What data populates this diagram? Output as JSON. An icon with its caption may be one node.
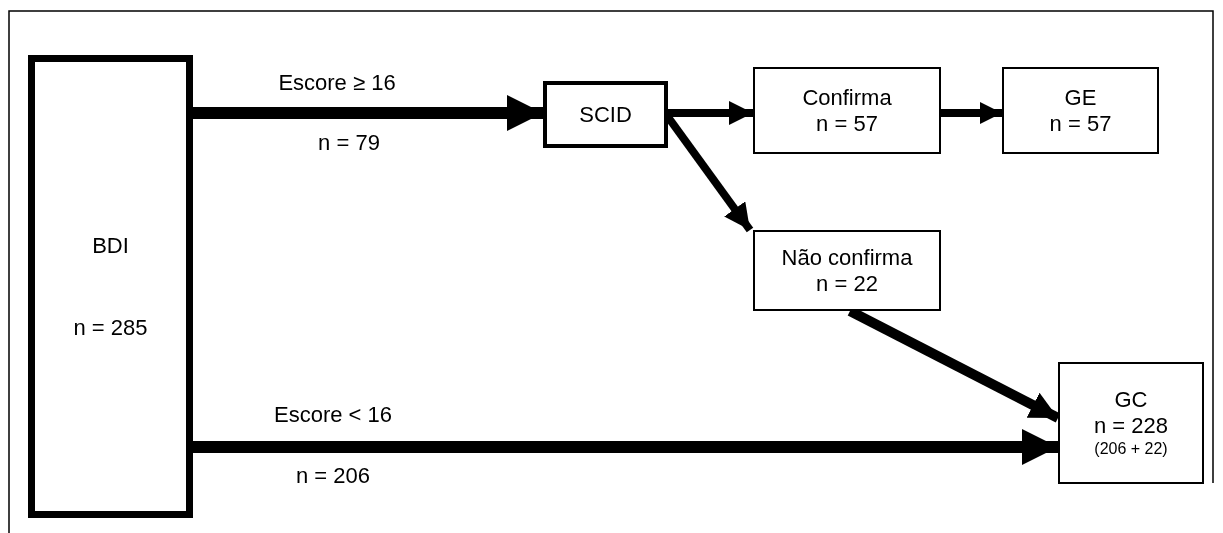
{
  "diagram": {
    "nodes": [
      {
        "text": [
          "BDI",
          "n = 285"
        ]
      },
      {
        "text": [
          "SCID"
        ]
      },
      {
        "text": [
          "Confirma",
          "n = 57"
        ]
      },
      {
        "text": [
          "GE",
          "n = 57"
        ]
      },
      {
        "text": [
          "Não confirma",
          "n = 22"
        ]
      },
      {
        "text": [
          "GC",
          "n = 228",
          "(206 + 22)"
        ]
      }
    ],
    "edges": [
      {
        "from": 0,
        "to": 1,
        "arrow": "to",
        "label": "Escore ≥ 16"
      },
      {
        "from": 1,
        "to": 2,
        "arrow": "to"
      },
      {
        "from": 1,
        "to": 4,
        "arrow": "to"
      },
      {
        "from": 2,
        "to": 3,
        "arrow": "to"
      },
      {
        "from": 4,
        "to": 5,
        "arrow": "to"
      },
      {
        "from": 0,
        "to": 5,
        "arrow": "to",
        "label": "Escore < 16"
      }
    ],
    "labels": [
      "n = 79",
      "n = 206"
    ]
  }
}
